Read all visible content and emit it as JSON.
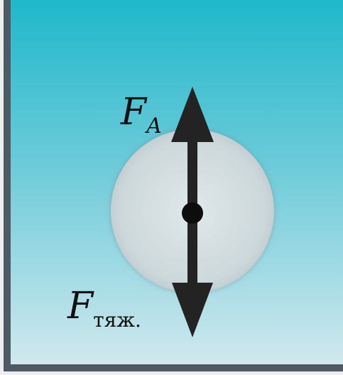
{
  "diagram": {
    "force_up": {
      "symbol": "F",
      "subscript": "A"
    },
    "force_down": {
      "symbol": "F",
      "subscript": "тяж."
    }
  },
  "colors": {
    "water_top": "#1fb8cb",
    "water_bottom": "#d0e8ee",
    "vessel_wall": "#4e5a64",
    "ball": "#d2dde0",
    "arrow": "#232323"
  }
}
